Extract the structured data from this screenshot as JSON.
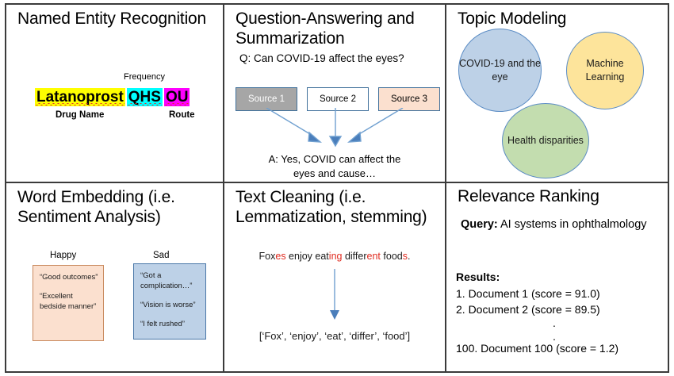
{
  "figure": {
    "grid_columns": 3,
    "grid_rows": 2,
    "border_color": "#3b3b3b"
  },
  "panels": {
    "ner": {
      "title": "Named Entity Recognition",
      "frequency_label": "Frequency",
      "drug_name_label": "Drug Name",
      "route_label": "Route",
      "entities": [
        {
          "text": "Latanoprost",
          "type": "Drug Name",
          "highlight": "#ffff00"
        },
        {
          "text": "QHS",
          "type": "Frequency",
          "highlight": "#00ffff"
        },
        {
          "text": "OU",
          "type": "Route",
          "highlight": "#ff00ff"
        }
      ]
    },
    "qa": {
      "title": "Question-Answering and Summarization",
      "question": "Q: Can COVID-19 affect the eyes?",
      "sources": [
        {
          "label": "Source 1",
          "fill": "#a6a6a6",
          "text_color": "#ffffff"
        },
        {
          "label": "Source 2",
          "fill": "#ffffff",
          "text_color": "#000000"
        },
        {
          "label": "Source 3",
          "fill": "#fbe0cf",
          "text_color": "#000000"
        }
      ],
      "answer_line1": "A: Yes, COVID can affect the",
      "answer_line2": "eyes and cause…",
      "arrow_color": "#70a0d0"
    },
    "topic": {
      "title": "Topic Modeling",
      "topics": [
        {
          "label": "COVID-19 and the eye",
          "fill": "#bdd1e7"
        },
        {
          "label": "Machine Learning",
          "fill": "#fde49b"
        },
        {
          "label": "Health disparities",
          "fill": "#c3ddaf"
        }
      ]
    },
    "embedding": {
      "title": "Word Embedding (i.e. Sentiment Analysis)",
      "happy_label": "Happy",
      "sad_label": "Sad",
      "happy_items": [
        "“Good outcomes”",
        "“Excellent bedside manner”"
      ],
      "sad_items": [
        "“Got a complication…”",
        "“Vision is worse”",
        "“I felt rushed”"
      ],
      "happy_fill": "#fbe0cf",
      "sad_fill": "#bdd1e7"
    },
    "cleaning": {
      "title": "Text Cleaning (i.e. Lemmatization, stemming)",
      "sentence_parts": [
        {
          "text": "Fox",
          "suffix": false
        },
        {
          "text": "es",
          "suffix": true
        },
        {
          "text": " enjoy eat",
          "suffix": false
        },
        {
          "text": "ing",
          "suffix": true
        },
        {
          "text": " differ",
          "suffix": false
        },
        {
          "text": "ent",
          "suffix": true
        },
        {
          "text": " food",
          "suffix": false
        },
        {
          "text": "s",
          "suffix": true
        },
        {
          "text": ".",
          "suffix": false
        }
      ],
      "tokens_output": "[‘Fox’, ‘enjoy’, ‘eat’, ‘differ’, ‘food’]",
      "suffix_color": "#e02b20",
      "arrow_color": "#70a0d0"
    },
    "ranking": {
      "title": "Relevance Ranking",
      "query_label": "Query:",
      "query_text": " AI systems in ophthalmology",
      "results_label": "Results:",
      "results": [
        "1. Document 1 (score = 91.0)",
        "2. Document 2 (score = 89.5)",
        "100. Document 100 (score = 1.2)"
      ],
      "ellipsis_dot": "."
    }
  }
}
